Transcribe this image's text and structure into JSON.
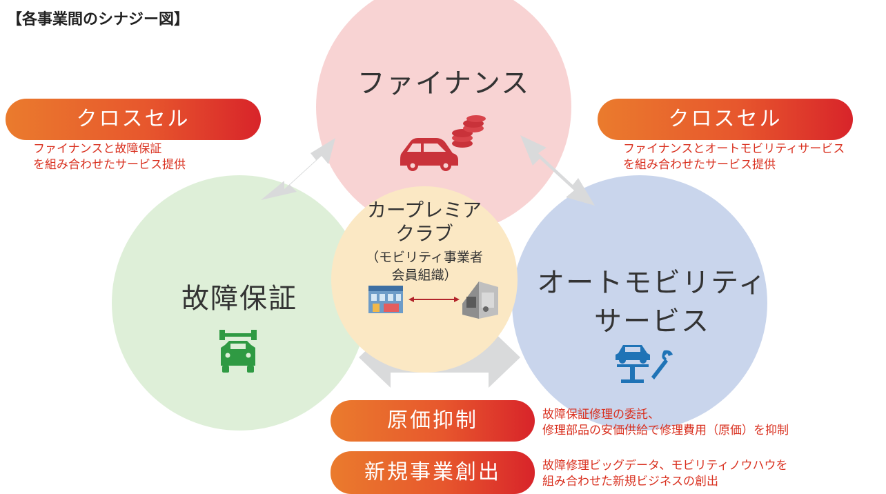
{
  "title": "【各事業間のシナジー図】",
  "circles": {
    "finance": "ファイナンス",
    "warranty": "故障保証",
    "auto_mobility": [
      "オートモビリティ",
      "サービス"
    ],
    "club": {
      "name": [
        "カープレミア",
        "クラブ"
      ],
      "sub": [
        "（モビリティ事業者",
        "会員組織）"
      ]
    }
  },
  "cross_sell_left": {
    "label": "クロスセル",
    "desc": [
      "ファイナンスと故障保証",
      "を組み合わせたサービス提供"
    ]
  },
  "cross_sell_right": {
    "label": "クロスセル",
    "desc": [
      "ファイナンスとオートモビリティサービス",
      "を組み合わせたサービス提供"
    ]
  },
  "cost_control": {
    "label": "原価抑制",
    "desc": [
      "故障保証修理の委託、",
      "修理部品の安価供給で修理費用（原価）を抑制"
    ]
  },
  "new_business": {
    "label": "新規事業創出",
    "desc": [
      "故障修理ビッグデータ、モビリティノウハウを",
      "組み合わせた新規ビジネスの創出"
    ]
  },
  "icons": [
    "car-with-coins-icon",
    "car-with-wrench-icon",
    "car-lift-wrench-icon",
    "store-icon",
    "garage-icon",
    "double-arrow-icon"
  ],
  "colors": {
    "finance_circle": "#f8d3d3",
    "warranty_circle": "#deefd8",
    "auto_circle": "#c9d5ec",
    "club_circle": "#fbe8c4",
    "pill_gradient_start": "#ea7b2d",
    "pill_gradient_end": "#d8242a",
    "desc_text": "#d9301f",
    "finance_icon": "#c9323a",
    "warranty_icon": "#2f9a43",
    "auto_icon": "#1f73b6",
    "arrow_gray": "#d9dadb"
  }
}
